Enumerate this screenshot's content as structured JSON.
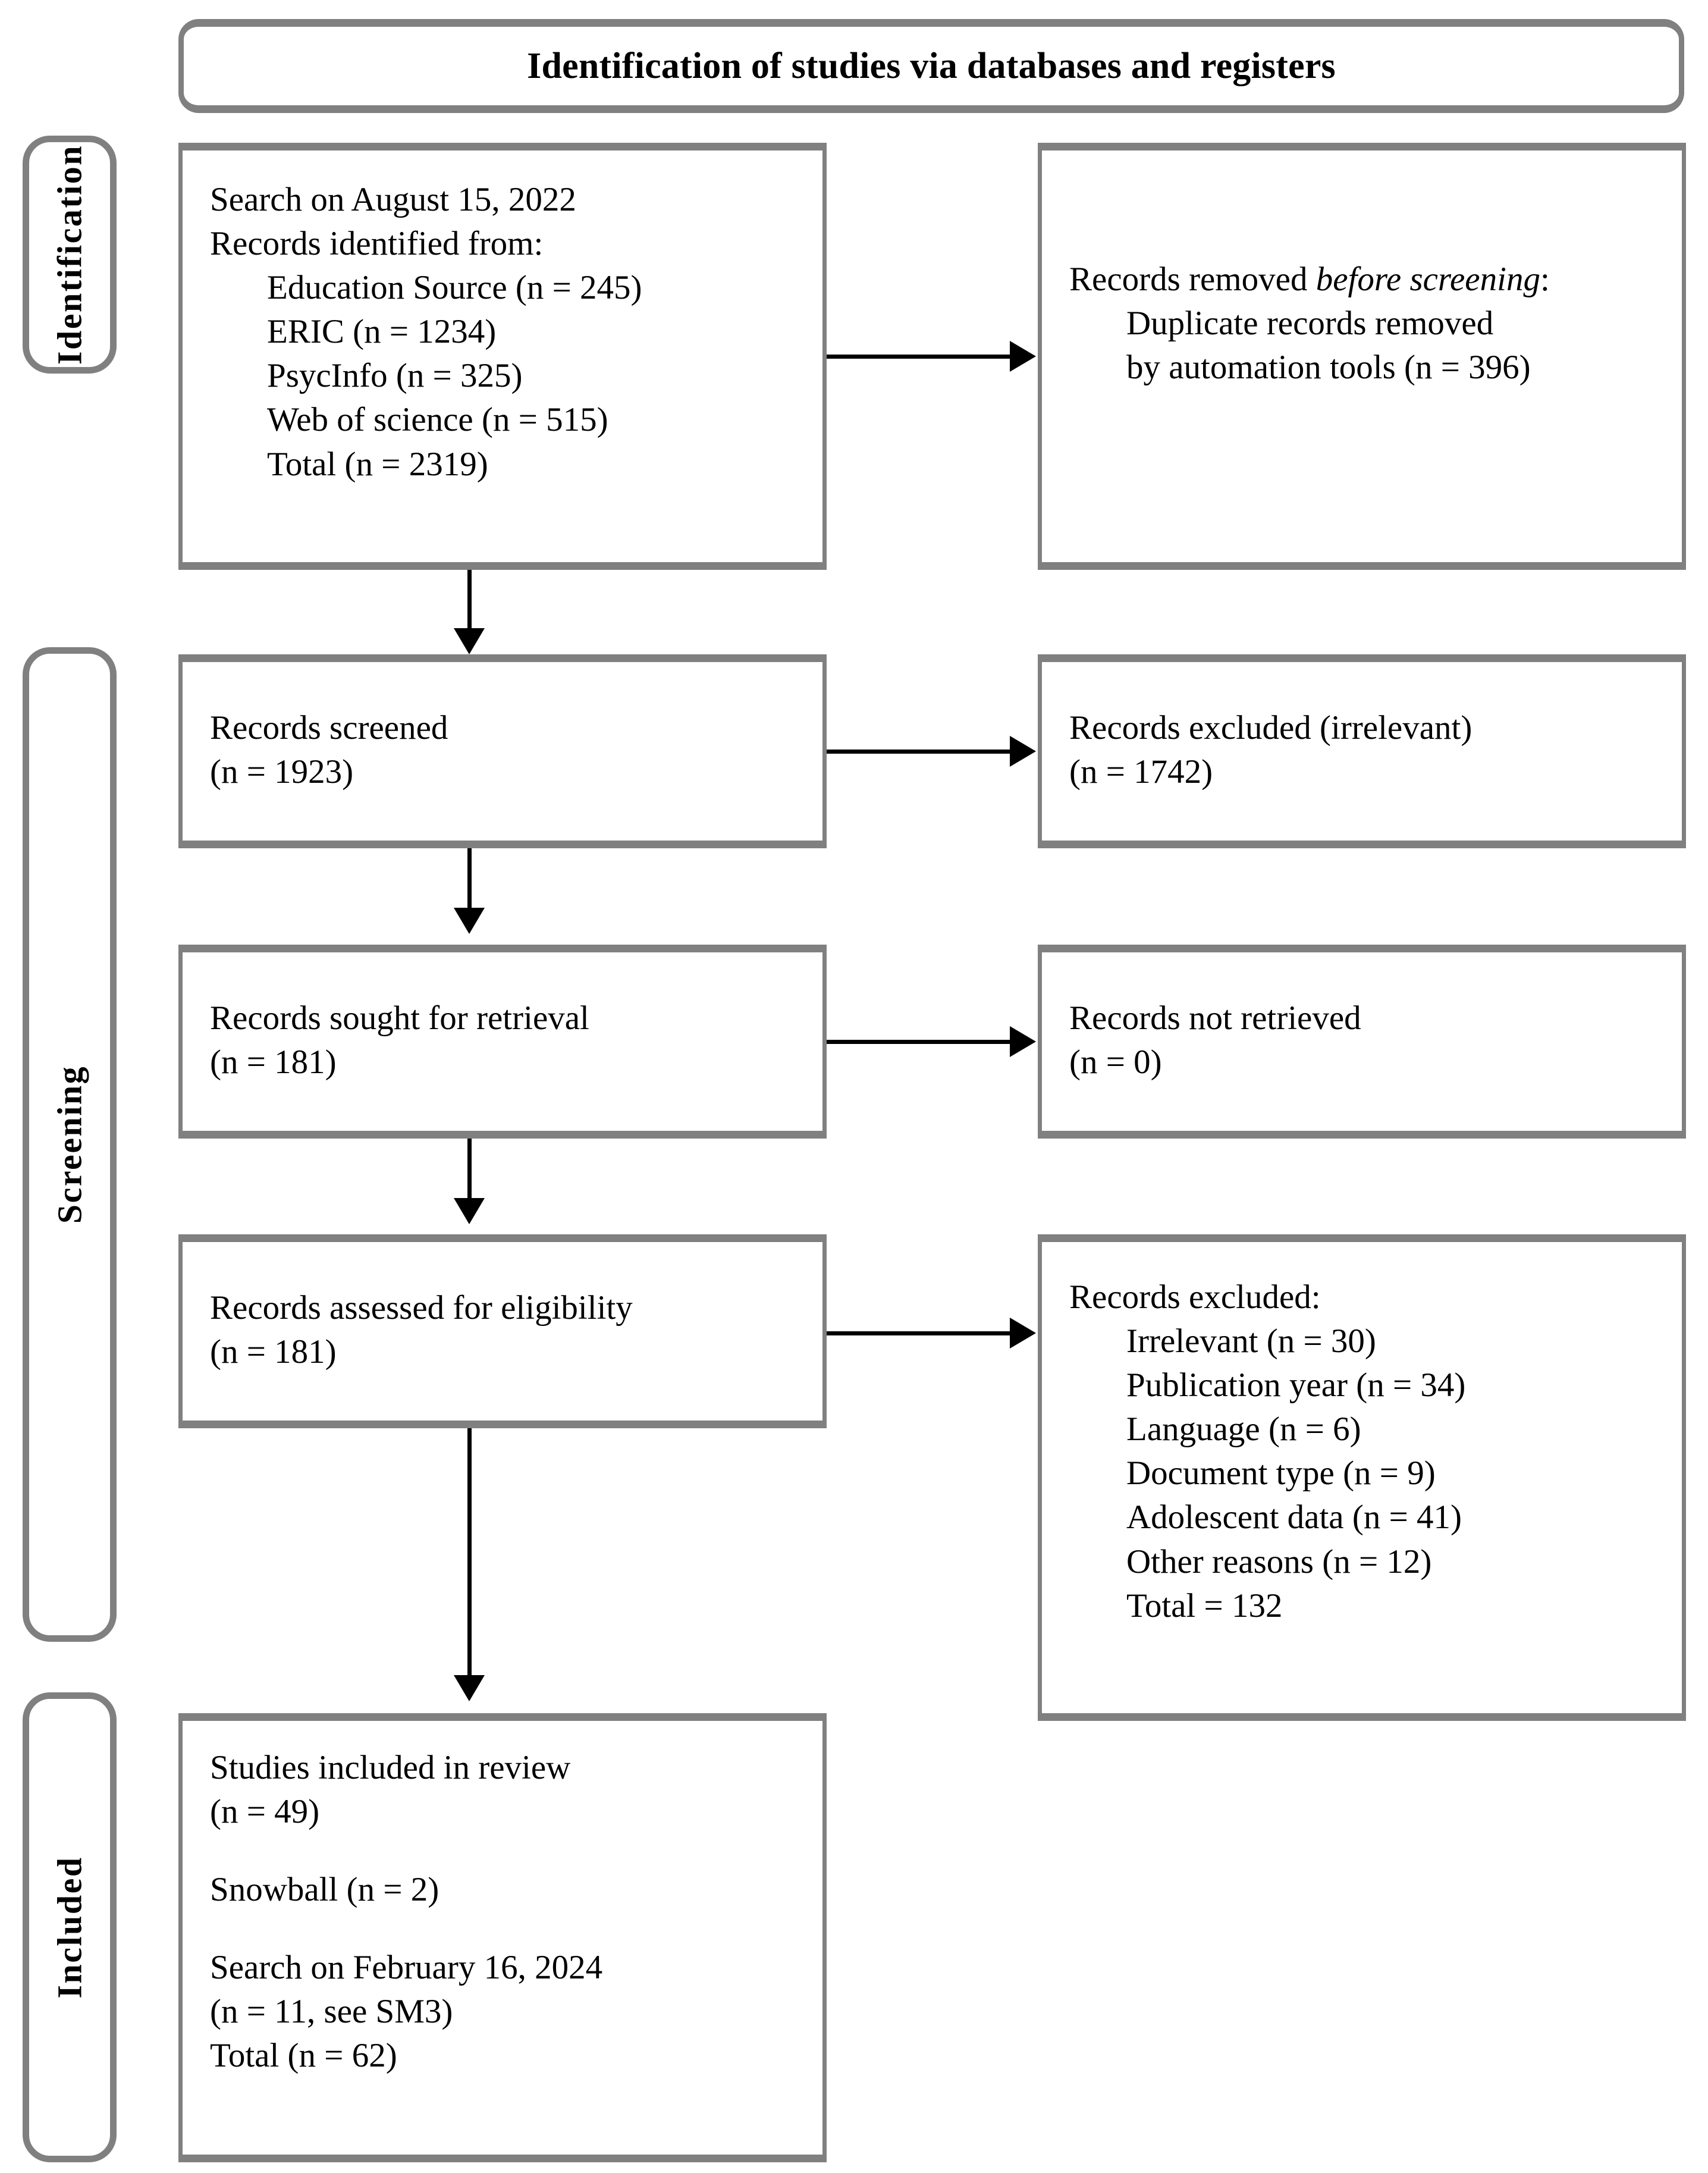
{
  "diagram": {
    "type": "PRISMA flow diagram",
    "header": {
      "title": "Identification of studies via databases and registers"
    },
    "stages": [
      {
        "id": "identification",
        "label": "Identification"
      },
      {
        "id": "screening",
        "label": "Screening"
      },
      {
        "id": "included",
        "label": "Included"
      }
    ],
    "boxes": {
      "records_identified": {
        "name": "records-identified-box",
        "lines": [
          {
            "text": "Search on August 15, 2022",
            "indent": false
          },
          {
            "text": "Records identified from:",
            "indent": false
          },
          {
            "text": "Education Source (n = 245)",
            "indent": true
          },
          {
            "text": "ERIC (n = 1234)",
            "indent": true
          },
          {
            "text": "PsycInfo (n = 325)",
            "indent": true
          },
          {
            "text": "Web of science (n = 515)",
            "indent": true
          },
          {
            "text": "Total (n = 2319)",
            "indent": true
          }
        ]
      },
      "records_removed": {
        "name": "records-removed-box",
        "lines": [
          {
            "text_pre": "Records removed ",
            "text_italic": "before screening",
            "text_post": ":",
            "indent": false
          },
          {
            "text": "Duplicate records removed",
            "indent": true
          },
          {
            "text": "by automation tools (n = 396)",
            "indent": true
          }
        ]
      },
      "records_screened": {
        "name": "records-screened-box",
        "lines": [
          {
            "text": "Records screened",
            "indent": false
          },
          {
            "text": "(n = 1923)",
            "indent": false
          }
        ]
      },
      "records_excluded_irrelevant": {
        "name": "records-excluded-irrelevant-box",
        "lines": [
          {
            "text": "Records excluded (irrelevant)",
            "indent": false
          },
          {
            "text": "(n = 1742)",
            "indent": false
          }
        ]
      },
      "records_sought": {
        "name": "records-sought-for-retrieval-box",
        "lines": [
          {
            "text": "Records sought for retrieval",
            "indent": false
          },
          {
            "text": "(n = 181)",
            "indent": false
          }
        ]
      },
      "records_not_retrieved": {
        "name": "records-not-retrieved-box",
        "lines": [
          {
            "text": "Records not retrieved",
            "indent": false
          },
          {
            "text": "(n = 0)",
            "indent": false
          }
        ]
      },
      "records_assessed": {
        "name": "records-assessed-for-eligibility-box",
        "lines": [
          {
            "text": "Records assessed for eligibility",
            "indent": false
          },
          {
            "text": "(n = 181)",
            "indent": false
          }
        ]
      },
      "records_excluded_reasons": {
        "name": "records-excluded-reasons-box",
        "lines": [
          {
            "text": "Records excluded:",
            "indent": false
          },
          {
            "text": "Irrelevant (n = 30)",
            "indent": true
          },
          {
            "text": "Publication year (n = 34)",
            "indent": true
          },
          {
            "text": "Language (n = 6)",
            "indent": true
          },
          {
            "text": "Document type (n = 9)",
            "indent": true
          },
          {
            "text": "Adolescent data (n = 41)",
            "indent": true
          },
          {
            "text": "Other reasons (n = 12)",
            "indent": true
          },
          {
            "text": "Total = 132",
            "indent": true
          }
        ]
      },
      "studies_included": {
        "name": "studies-included-box",
        "lines": [
          {
            "text": "Studies included in review",
            "indent": false
          },
          {
            "text": "(n = 49)",
            "indent": false
          },
          {
            "text": "",
            "indent": false,
            "spacer": true
          },
          {
            "text": "Snowball (n = 2)",
            "indent": false
          },
          {
            "text": "",
            "indent": false,
            "spacer": true
          },
          {
            "text": "Search on February 16, 2024",
            "indent": false
          },
          {
            "text": "(n = 11, see SM3)",
            "indent": false
          },
          {
            "text": "Total (n = 62)",
            "indent": false
          }
        ]
      }
    },
    "counts": {
      "education_source": 245,
      "eric": 1234,
      "psycinfo": 325,
      "web_of_science": 515,
      "identified_total": 2319,
      "duplicates_removed": 396,
      "screened": 1923,
      "excluded_irrelevant_screening": 1742,
      "sought_for_retrieval": 181,
      "not_retrieved": 0,
      "assessed_for_eligibility": 181,
      "excluded_irrelevant": 30,
      "excluded_publication_year": 34,
      "excluded_language": 6,
      "excluded_document_type": 9,
      "excluded_adolescent_data": 41,
      "excluded_other_reasons": 12,
      "excluded_total": 132,
      "included_review": 49,
      "snowball": 2,
      "second_search": 11,
      "included_total": 62
    },
    "colors": {
      "box_border": "#808080",
      "text": "#000000",
      "background": "#ffffff",
      "connector": "#000000"
    }
  }
}
